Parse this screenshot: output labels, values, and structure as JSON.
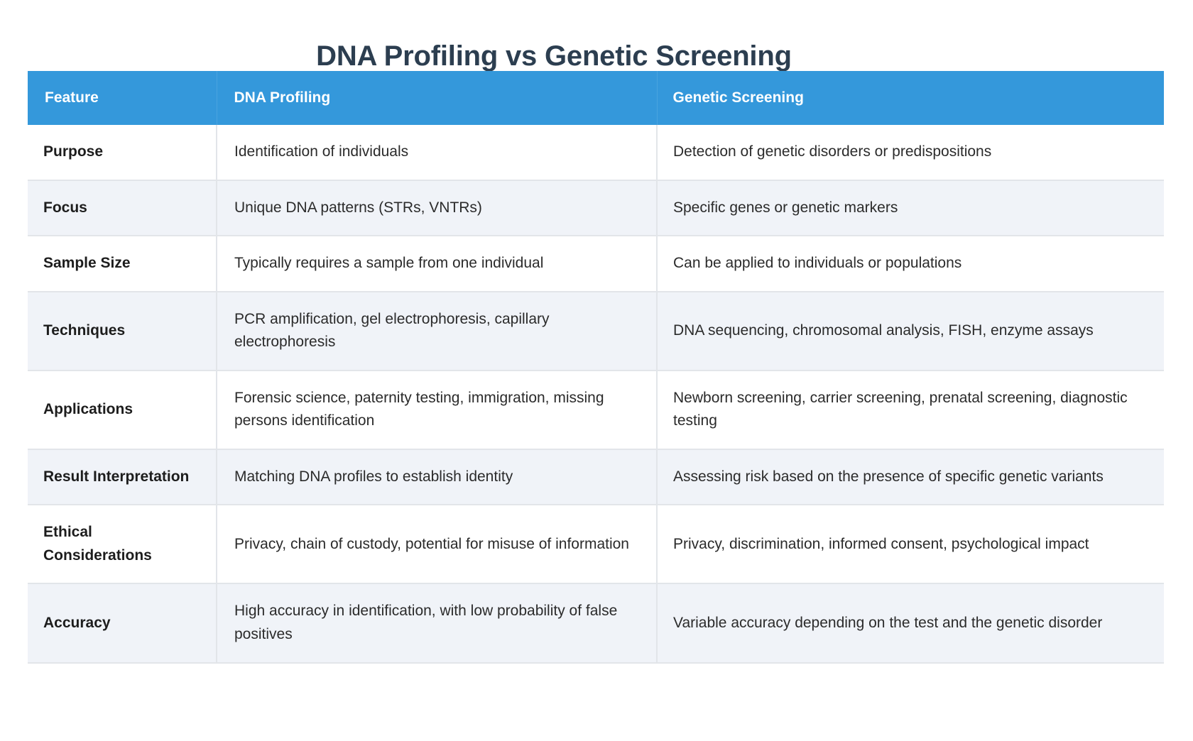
{
  "page": {
    "title": "DNA Profiling vs Genetic Screening",
    "title_color": "#2c3e50",
    "background": "#ffffff"
  },
  "table": {
    "header_bg": "#3498db",
    "header_text_color": "#ffffff",
    "row_alt_bg": "#f0f3f8",
    "row_bg": "#ffffff",
    "border_color": "#e2e5e9",
    "columns": [
      {
        "key": "feature",
        "label": "Feature"
      },
      {
        "key": "profiling",
        "label": "DNA Profiling"
      },
      {
        "key": "screening",
        "label": "Genetic Screening"
      }
    ],
    "rows": [
      {
        "feature": "Purpose",
        "profiling": "Identification of individuals",
        "screening": "Detection of genetic disorders or predispositions"
      },
      {
        "feature": "Focus",
        "profiling": "Unique DNA patterns (STRs, VNTRs)",
        "screening": "Specific genes or genetic markers"
      },
      {
        "feature": "Sample Size",
        "profiling": "Typically requires a sample from one individual",
        "screening": "Can be applied to individuals or populations"
      },
      {
        "feature": "Techniques",
        "profiling": "PCR amplification, gel electrophoresis, capillary electrophoresis",
        "screening": "DNA sequencing, chromosomal analysis, FISH, enzyme assays"
      },
      {
        "feature": "Applications",
        "profiling": "Forensic science, paternity testing, immigration, missing persons identification",
        "screening": "Newborn screening, carrier screening, prenatal screening, diagnostic testing"
      },
      {
        "feature": "Result Interpretation",
        "profiling": "Matching DNA profiles to establish identity",
        "screening": "Assessing risk based on the presence of specific genetic variants"
      },
      {
        "feature": "Ethical Considerations",
        "profiling": "Privacy, chain of custody, potential for misuse of information",
        "screening": "Privacy, discrimination, informed consent, psychological impact"
      },
      {
        "feature": "Accuracy",
        "profiling": "High accuracy in identification, with low probability of false positives",
        "screening": "Variable accuracy depending on the test and the genetic disorder"
      }
    ]
  }
}
